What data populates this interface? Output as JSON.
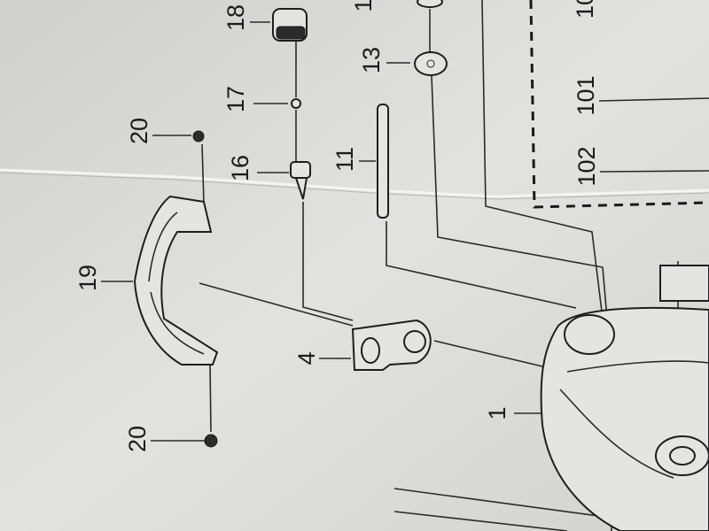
{
  "diagram": {
    "description_type": "exploded parts diagram (photographed, rotated)",
    "labels": {
      "p18": "18",
      "p1_top_partial": "1",
      "p10_top_partial": "10",
      "p13": "13",
      "p17": "17",
      "p101": "101",
      "p20_top": "20",
      "p16": "16",
      "p11": "11",
      "p102": "102",
      "p19": "19",
      "p4": "4",
      "p1": "1",
      "p20_bottom": "20"
    }
  }
}
